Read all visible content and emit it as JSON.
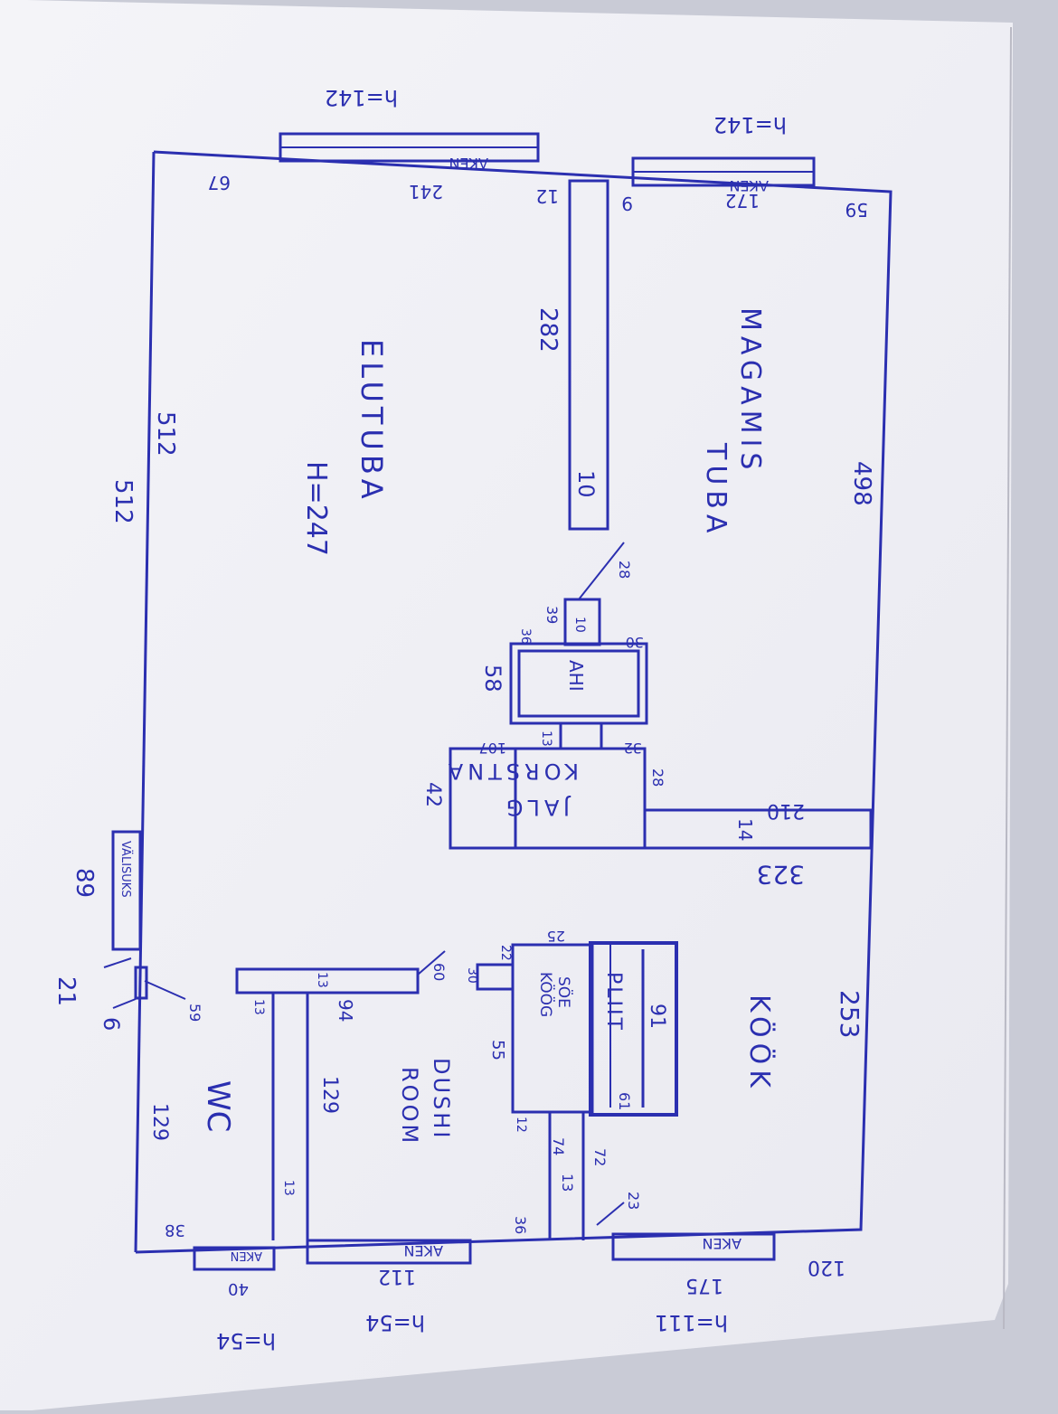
{
  "rooms": {
    "bedroom": [
      "MAGAMIS",
      "TUBA"
    ],
    "living": "ELUTUBA",
    "living_height": "H=247",
    "kitchen": "KÖÖK",
    "shower": [
      "DUSHI",
      "ROOM"
    ],
    "wc": "WC"
  },
  "fixtures": {
    "stove": "PLIIT",
    "oven": "AHI",
    "wardrobe": [
      "KORSTNA",
      "JALG"
    ],
    "sink": [
      "SÖE",
      "KÖÖG"
    ],
    "door": "VÄLISUKS",
    "window": "AKEN"
  },
  "heights": {
    "top_left": "h=142",
    "top_right": "h=142",
    "bottom_1": "h=111",
    "bottom_2": "h=54",
    "bottom_3": "h=54"
  },
  "dimensions": {
    "top_right_59": "59",
    "window_172": "172",
    "d9": "9",
    "d12": "12",
    "window_241": "241",
    "d67": "67",
    "d282": "282",
    "d10": "10",
    "d498": "498",
    "d512_inner": "512",
    "d512_outer": "512",
    "d28": "28",
    "d39": "39",
    "d10b": "10",
    "d36": "36",
    "d30": "30",
    "d58": "58",
    "d107": "107",
    "d13": "13",
    "d32": "32",
    "d28b": "28",
    "d42": "42",
    "d210": "210",
    "d14": "14",
    "d323": "323",
    "d89": "89",
    "d25": "25",
    "d22": "22",
    "d30b": "30",
    "d60": "60",
    "d55": "55",
    "d91": "91",
    "d61": "61",
    "d253": "253",
    "d12b": "12",
    "d74": "74",
    "d72": "72",
    "d13b": "13",
    "d23": "23",
    "d36b": "36",
    "d120": "120",
    "d175": "175",
    "d13c": "13",
    "d94": "94",
    "d129a": "129",
    "d129b": "129",
    "d13d": "13",
    "d13e": "13",
    "d21": "21",
    "d6": "6",
    "d59b": "59",
    "d38": "38",
    "d40": "40",
    "d112": "112"
  }
}
